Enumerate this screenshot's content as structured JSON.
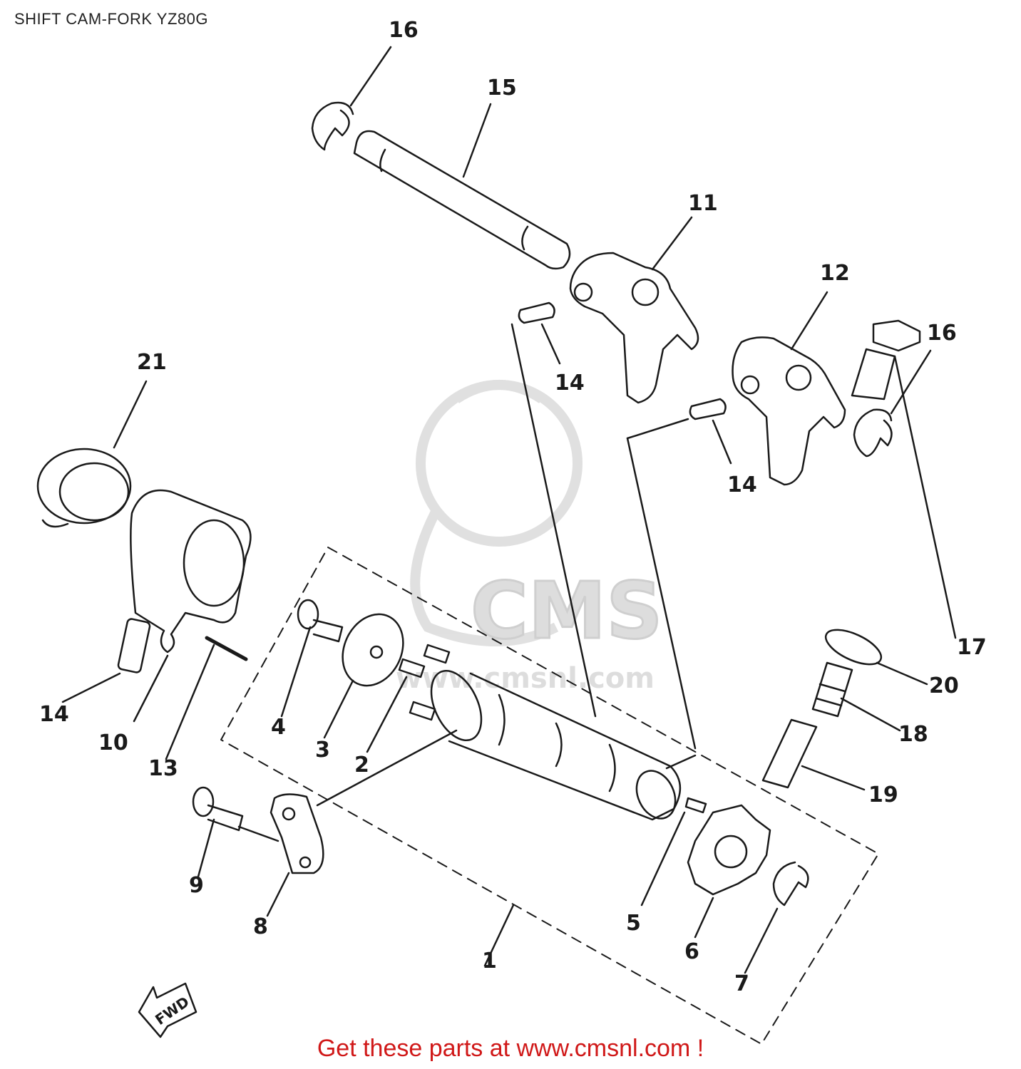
{
  "header": {
    "title": "SHIFT CAM-FORK  YZ80G"
  },
  "footer": {
    "text": "Get these parts at www.cmsnl.com !"
  },
  "watermark": {
    "text": "www.cmsnl.com",
    "logo_text": "CMS"
  },
  "arrow_label": "FWD",
  "part_labels": {
    "p1": "1",
    "p2": "2",
    "p3": "3",
    "p4": "4",
    "p5": "5",
    "p6": "6",
    "p7": "7",
    "p8": "8",
    "p9": "9",
    "p10": "10",
    "p11": "11",
    "p12": "12",
    "p13": "13",
    "p14a": "14",
    "p14b": "14",
    "p14c": "14",
    "p15": "15",
    "p16a": "16",
    "p16b": "16",
    "p17": "17",
    "p18": "18",
    "p19": "19",
    "p20": "20",
    "p21": "21"
  },
  "colors": {
    "line": "#1a1a1a",
    "footer": "#d01818",
    "watermark": "#d8d8d8"
  }
}
